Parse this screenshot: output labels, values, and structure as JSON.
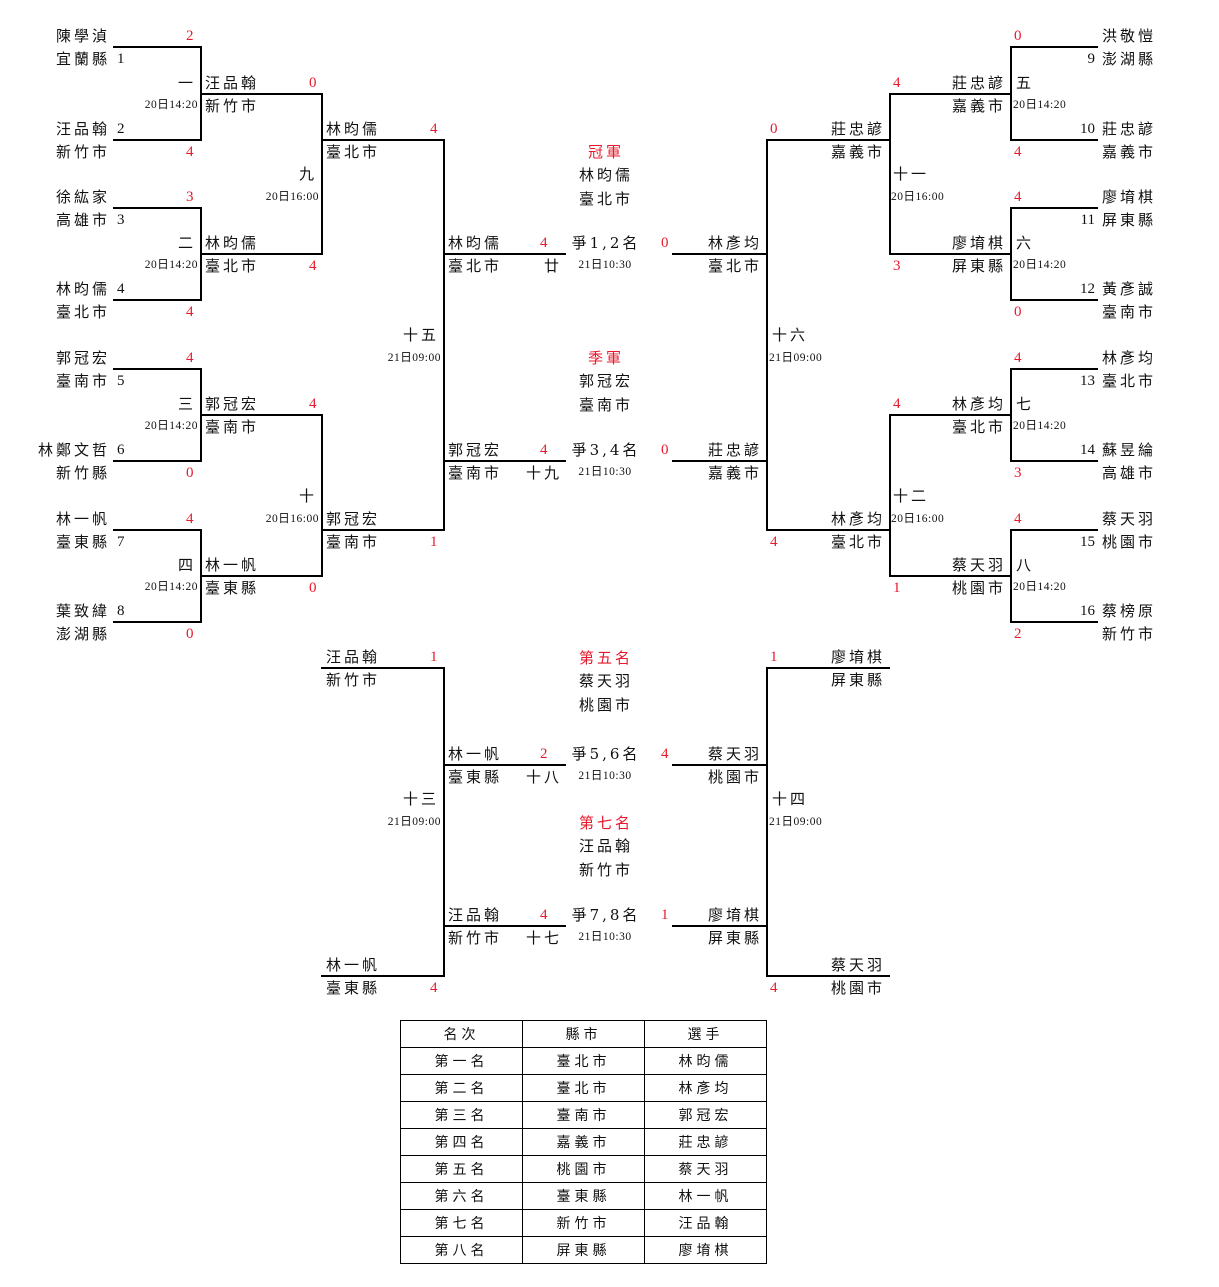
{
  "colors": {
    "score": "#e8192c",
    "title": "#e8192c",
    "line": "#000000"
  },
  "seeds": [
    {
      "no": "1",
      "name": "陳學湞",
      "city": "宜蘭縣",
      "score": "2"
    },
    {
      "no": "2",
      "name": "汪品翰",
      "city": "新竹市",
      "score": "4"
    },
    {
      "no": "3",
      "name": "徐紘家",
      "city": "高雄市",
      "score": "3"
    },
    {
      "no": "4",
      "name": "林昀儒",
      "city": "臺北市",
      "score": "4"
    },
    {
      "no": "5",
      "name": "郭冠宏",
      "city": "臺南市",
      "score": "4"
    },
    {
      "no": "6",
      "name": "林鄭文哲",
      "city": "新竹縣",
      "score": "0"
    },
    {
      "no": "7",
      "name": "林一帆",
      "city": "臺東縣",
      "score": "4"
    },
    {
      "no": "8",
      "name": "葉致緯",
      "city": "澎湖縣",
      "score": "0"
    },
    {
      "no": "9",
      "name": "洪敬愷",
      "city": "澎湖縣",
      "score": "0"
    },
    {
      "no": "10",
      "name": "莊忠諺",
      "city": "嘉義市",
      "score": "4"
    },
    {
      "no": "11",
      "name": "廖堉棋",
      "city": "屏東縣",
      "score": "4"
    },
    {
      "no": "12",
      "name": "黃彥誠",
      "city": "臺南市",
      "score": "0"
    },
    {
      "no": "13",
      "name": "林彥均",
      "city": "臺北市",
      "score": "4"
    },
    {
      "no": "14",
      "name": "蘇昱綸",
      "city": "高雄市",
      "score": "3"
    },
    {
      "no": "15",
      "name": "蔡天羽",
      "city": "桃園市",
      "score": "4"
    },
    {
      "no": "16",
      "name": "蔡榜原",
      "city": "新竹市",
      "score": "2"
    }
  ],
  "matches": {
    "m1": {
      "label": "一",
      "time": "20日14:20",
      "winner": "汪品翰",
      "city": "新竹市",
      "score": "0"
    },
    "m2": {
      "label": "二",
      "time": "20日14:20",
      "winner": "林昀儒",
      "city": "臺北市",
      "score": "4"
    },
    "m3": {
      "label": "三",
      "time": "20日14:20",
      "winner": "郭冠宏",
      "city": "臺南市",
      "score": "4"
    },
    "m4": {
      "label": "四",
      "time": "20日14:20",
      "winner": "林一帆",
      "city": "臺東縣",
      "score": "0"
    },
    "m5": {
      "label": "五",
      "time": "20日14:20",
      "winner": "莊忠諺",
      "city": "嘉義市",
      "score": "4"
    },
    "m6": {
      "label": "六",
      "time": "20日14:20",
      "winner": "廖堉棋",
      "city": "屏東縣",
      "score": "3"
    },
    "m7": {
      "label": "七",
      "time": "20日14:20",
      "winner": "林彥均",
      "city": "臺北市",
      "score": "4"
    },
    "m8": {
      "label": "八",
      "time": "20日14:20",
      "winner": "蔡天羽",
      "city": "桃園市",
      "score": "1"
    },
    "m9": {
      "label": "九",
      "time": "20日16:00",
      "winner": "林昀儒",
      "city": "臺北市",
      "score": "4"
    },
    "m10": {
      "label": "十",
      "time": "20日16:00",
      "winner": "郭冠宏",
      "city": "臺南市",
      "score": "1"
    },
    "m11": {
      "label": "十一",
      "time": "20日16:00",
      "winner": "莊忠諺",
      "city": "嘉義市",
      "score": "0"
    },
    "m12": {
      "label": "十二",
      "time": "20日16:00",
      "winner": "林彥均",
      "city": "臺北市",
      "score": "4"
    },
    "m13": {
      "label": "十三",
      "time": "21日09:00",
      "top_name": "汪品翰",
      "top_city": "新竹市",
      "top_score": "1",
      "bot_name": "林一帆",
      "bot_city": "臺東縣",
      "bot_score": "4"
    },
    "m14": {
      "label": "十四",
      "time": "21日09:00",
      "top_name": "廖堉棋",
      "top_city": "屏東縣",
      "top_score": "1",
      "bot_name": "蔡天羽",
      "bot_city": "桃園市",
      "bot_score": "4"
    },
    "m15": {
      "label": "十五",
      "time": "21日09:00"
    },
    "m16": {
      "label": "十六",
      "time": "21日09:00"
    },
    "m17": {
      "label": "十七"
    },
    "m18": {
      "label": "十八"
    },
    "m19": {
      "label": "十九"
    },
    "m20": {
      "label": "廿"
    }
  },
  "finals": {
    "f12": {
      "title": "冠軍",
      "champ_name": "林昀儒",
      "champ_city": "臺北市",
      "label": "爭1,2名",
      "time": "21日10:30",
      "left_name": "林昀儒",
      "left_city": "臺北市",
      "left_score": "4",
      "right_name": "林彥均",
      "right_city": "臺北市",
      "right_score": "0"
    },
    "f34": {
      "title": "季軍",
      "champ_name": "郭冠宏",
      "champ_city": "臺南市",
      "label": "爭3,4名",
      "time": "21日10:30",
      "left_name": "郭冠宏",
      "left_city": "臺南市",
      "left_score": "4",
      "right_name": "莊忠諺",
      "right_city": "嘉義市",
      "right_score": "0"
    },
    "f56": {
      "title": "第五名",
      "champ_name": "蔡天羽",
      "champ_city": "桃園市",
      "label": "爭5,6名",
      "time": "21日10:30",
      "left_name": "林一帆",
      "left_city": "臺東縣",
      "left_score": "2",
      "right_name": "蔡天羽",
      "right_city": "桃園市",
      "right_score": "4"
    },
    "f78": {
      "title": "第七名",
      "champ_name": "汪品翰",
      "champ_city": "新竹市",
      "label": "爭7,8名",
      "time": "21日10:30",
      "left_name": "汪品翰",
      "left_city": "新竹市",
      "left_score": "4",
      "right_name": "廖堉棋",
      "right_city": "屏東縣",
      "right_score": "1"
    }
  },
  "standings": {
    "headers": [
      "名次",
      "縣市",
      "選手"
    ],
    "rows": [
      [
        "第一名",
        "臺北市",
        "林昀儒"
      ],
      [
        "第二名",
        "臺北市",
        "林彥均"
      ],
      [
        "第三名",
        "臺南市",
        "郭冠宏"
      ],
      [
        "第四名",
        "嘉義市",
        "莊忠諺"
      ],
      [
        "第五名",
        "桃園市",
        "蔡天羽"
      ],
      [
        "第六名",
        "臺東縣",
        "林一帆"
      ],
      [
        "第七名",
        "新竹市",
        "汪品翰"
      ],
      [
        "第八名",
        "屏東縣",
        "廖堉棋"
      ]
    ]
  }
}
